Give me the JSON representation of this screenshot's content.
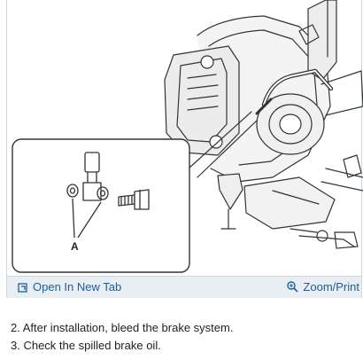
{
  "figure": {
    "callout_label": "A"
  },
  "links": {
    "open_new_tab": "Open In New Tab",
    "zoom_print": "Zoom/Print"
  },
  "icons": {
    "open_tab": "open-in-new-tab-icon",
    "zoom": "magnifier-plus-icon"
  },
  "steps": [
    "2. After installation, bleed the brake system.",
    "3. Check the spilled brake oil."
  ],
  "colors": {
    "link": "#1d5e9c",
    "link_bar_bg": "#e9eef2",
    "line_art": "#333333"
  }
}
